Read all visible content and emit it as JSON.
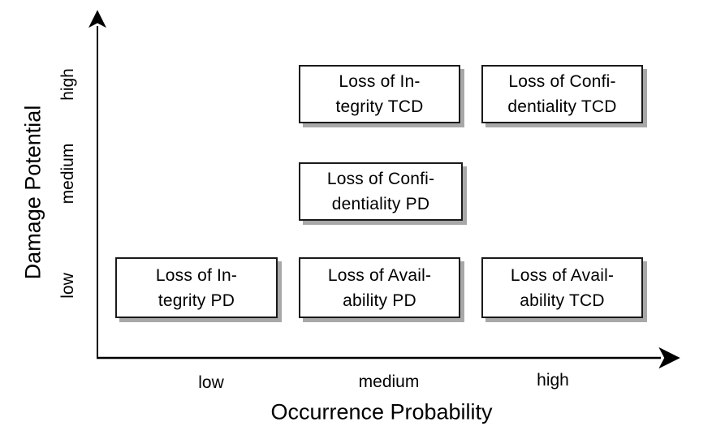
{
  "figure": {
    "background": "#ffffff",
    "text_color": "#000000"
  },
  "colors": {
    "axis": "#000000",
    "box_border": "#1a1a1a",
    "box_fill": "#ffffff",
    "box_shadow": "#a8a8a8"
  },
  "axes": {
    "x_label": "Occurrence Probability",
    "y_label": "Damage Potential",
    "x_ticks": [
      "low",
      "medium",
      "high"
    ],
    "y_ticks": [
      "low",
      "medium",
      "high"
    ]
  },
  "boxes": [
    {
      "name": "loss-of-integrity-tcd",
      "line1": "Loss of In-",
      "line2": "tegrity TCD",
      "x": "medium",
      "y": "high"
    },
    {
      "name": "loss-of-confidentiality-tcd",
      "line1": "Loss of Confi-",
      "line2": "dentiality TCD",
      "x": "high",
      "y": "high"
    },
    {
      "name": "loss-of-confidentiality-pd",
      "line1": "Loss of Confi-",
      "line2": "dentiality PD",
      "x": "medium",
      "y": "medium"
    },
    {
      "name": "loss-of-integrity-pd",
      "line1": "Loss of In-",
      "line2": "tegrity PD",
      "x": "low",
      "y": "low"
    },
    {
      "name": "loss-of-availability-pd",
      "line1": "Loss of Avail-",
      "line2": "ability PD",
      "x": "medium",
      "y": "low"
    },
    {
      "name": "loss-of-availability-tcd",
      "line1": "Loss of Avail-",
      "line2": "ability TCD",
      "x": "high",
      "y": "low"
    }
  ],
  "chart_data": {
    "type": "scatter",
    "title": "",
    "xlabel": "Occurrence Probability",
    "ylabel": "Damage Potential",
    "x_ticks": [
      "low",
      "medium",
      "high"
    ],
    "y_ticks": [
      "low",
      "medium",
      "high"
    ],
    "grid": false,
    "legend": false,
    "points": [
      {
        "label": "Loss of Integrity TCD",
        "x": "medium",
        "y": "high"
      },
      {
        "label": "Loss of Confidentiality TCD",
        "x": "high",
        "y": "high"
      },
      {
        "label": "Loss of Confidentiality PD",
        "x": "medium",
        "y": "medium"
      },
      {
        "label": "Loss of Integrity PD",
        "x": "low",
        "y": "low"
      },
      {
        "label": "Loss of Availability PD",
        "x": "medium",
        "y": "low"
      },
      {
        "label": "Loss of Availability TCD",
        "x": "high",
        "y": "low"
      }
    ]
  }
}
